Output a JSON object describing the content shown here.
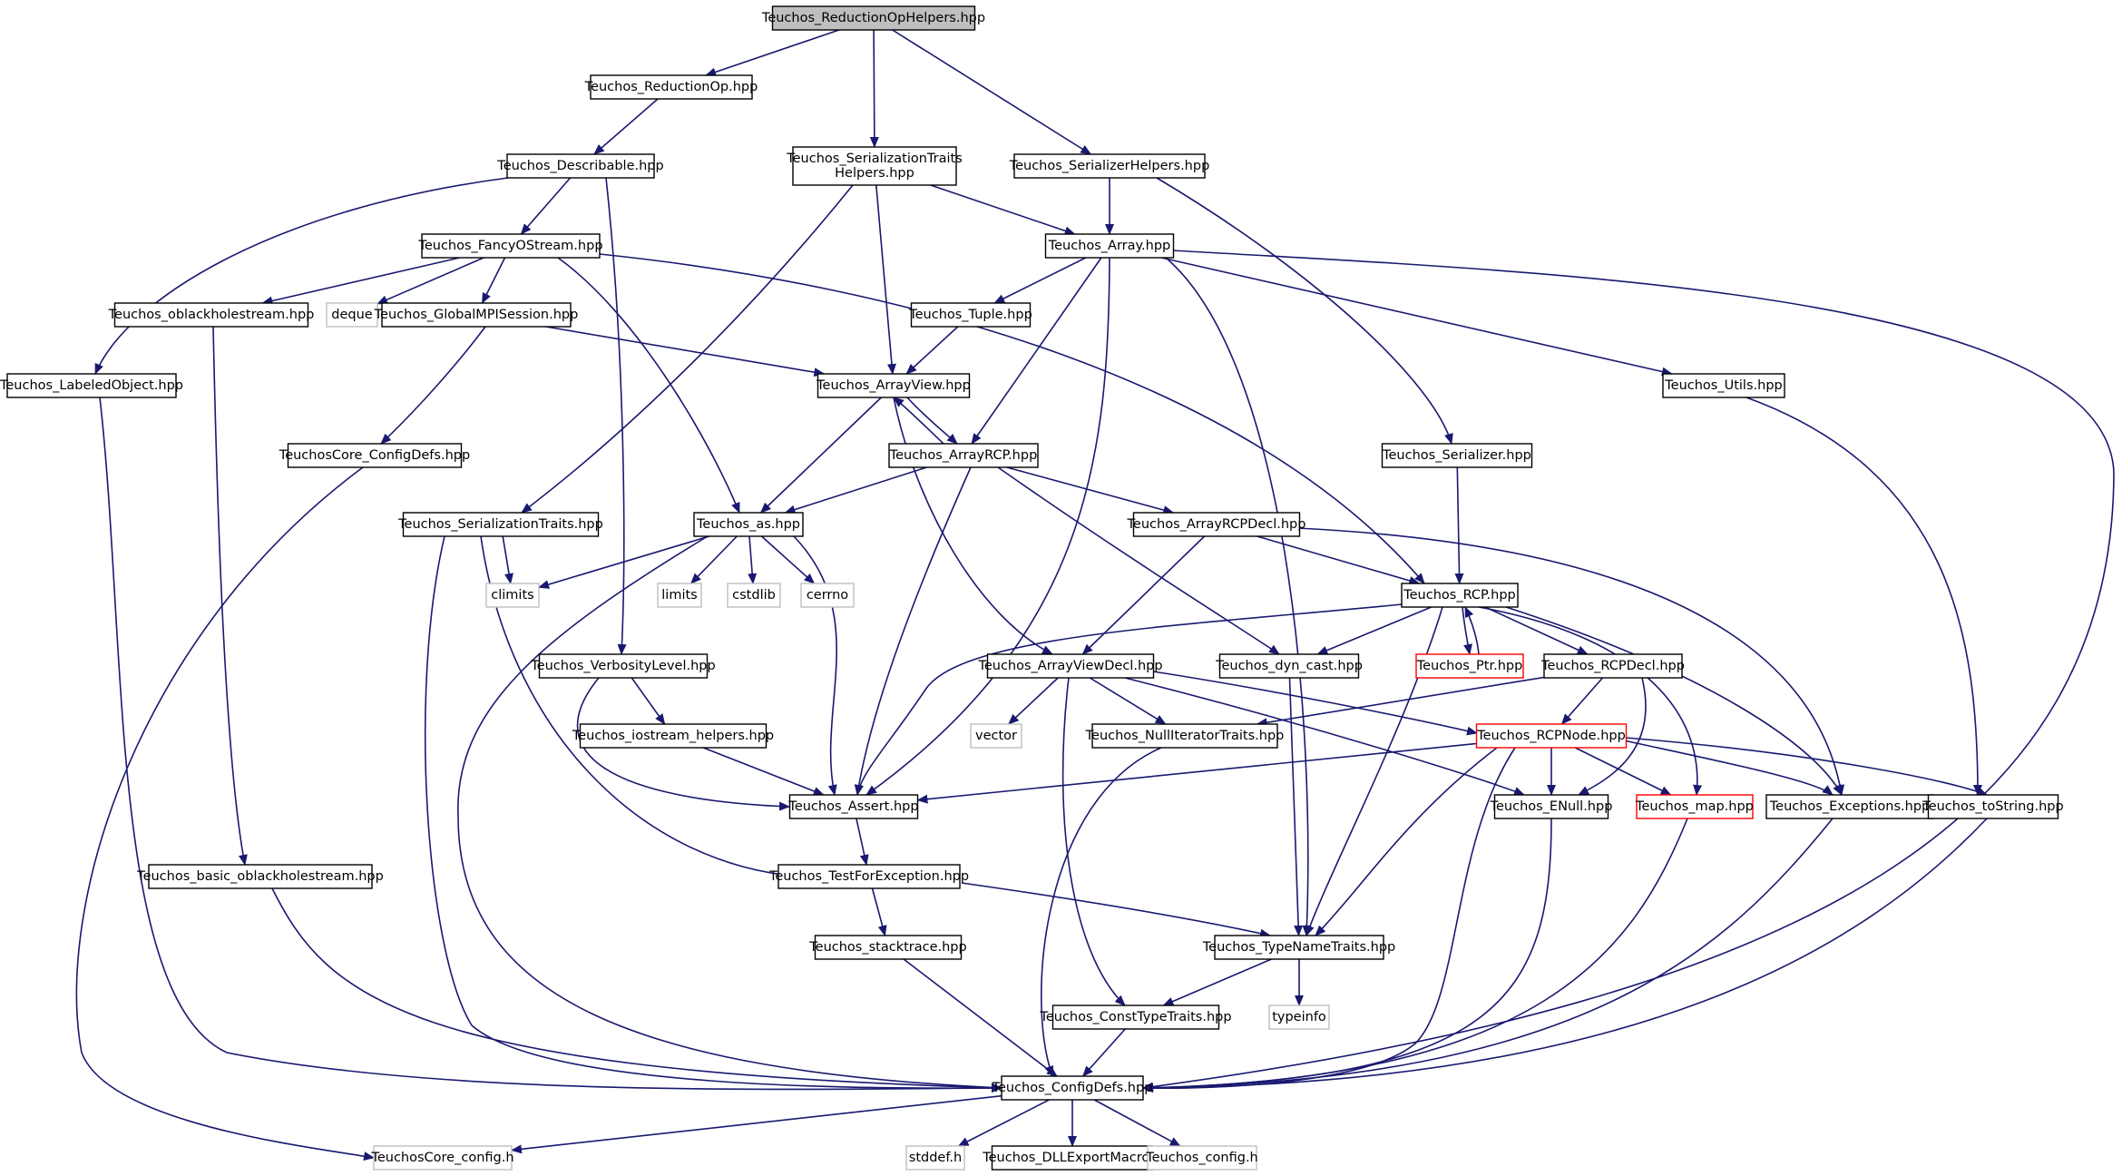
{
  "colors": {
    "edge": "#191970",
    "border_default": "#000000",
    "border_external": "#bfbfbf",
    "border_incomplete": "#ff0000",
    "fill_root": "#bfbfbf",
    "fill_default": "#ffffff",
    "text_default": "#000000"
  },
  "nodes": {
    "reductionophelpers": {
      "lines": [
        "Teuchos_ReductionOpHelpers.hpp"
      ],
      "style": "root"
    },
    "reductionop": {
      "lines": [
        "Teuchos_ReductionOp.hpp"
      ],
      "style": "default"
    },
    "serializationtraitshelpers": {
      "lines": [
        "Teuchos_SerializationTraits",
        "Helpers.hpp"
      ],
      "style": "default"
    },
    "serializerhelpers": {
      "lines": [
        "Teuchos_SerializerHelpers.hpp"
      ],
      "style": "default"
    },
    "describable": {
      "lines": [
        "Teuchos_Describable.hpp"
      ],
      "style": "default"
    },
    "fancyostream": {
      "lines": [
        "Teuchos_FancyOStream.hpp"
      ],
      "style": "default"
    },
    "array": {
      "lines": [
        "Teuchos_Array.hpp"
      ],
      "style": "default"
    },
    "oblackholestream": {
      "lines": [
        "Teuchos_oblackholestream.hpp"
      ],
      "style": "default"
    },
    "deque": {
      "lines": [
        "deque"
      ],
      "style": "external"
    },
    "globalmpisession": {
      "lines": [
        "Teuchos_GlobalMPISession.hpp"
      ],
      "style": "default"
    },
    "tuple": {
      "lines": [
        "Teuchos_Tuple.hpp"
      ],
      "style": "default"
    },
    "labeledobject": {
      "lines": [
        "Teuchos_LabeledObject.hpp"
      ],
      "style": "default"
    },
    "arrayview": {
      "lines": [
        "Teuchos_ArrayView.hpp"
      ],
      "style": "default"
    },
    "utils": {
      "lines": [
        "Teuchos_Utils.hpp"
      ],
      "style": "default"
    },
    "coreconfigdefs": {
      "lines": [
        "TeuchosCore_ConfigDefs.hpp"
      ],
      "style": "default"
    },
    "arrayrcp": {
      "lines": [
        "Teuchos_ArrayRCP.hpp"
      ],
      "style": "default"
    },
    "serializer": {
      "lines": [
        "Teuchos_Serializer.hpp"
      ],
      "style": "default"
    },
    "serializationtraits": {
      "lines": [
        "Teuchos_SerializationTraits.hpp"
      ],
      "style": "default"
    },
    "as": {
      "lines": [
        "Teuchos_as.hpp"
      ],
      "style": "default"
    },
    "arrayrcpdecl": {
      "lines": [
        "Teuchos_ArrayRCPDecl.hpp"
      ],
      "style": "default"
    },
    "climits": {
      "lines": [
        "climits"
      ],
      "style": "external"
    },
    "limits": {
      "lines": [
        "limits"
      ],
      "style": "external"
    },
    "cstdlib": {
      "lines": [
        "cstdlib"
      ],
      "style": "external"
    },
    "cerrno": {
      "lines": [
        "cerrno"
      ],
      "style": "external"
    },
    "rcp": {
      "lines": [
        "Teuchos_RCP.hpp"
      ],
      "style": "default"
    },
    "verbositylevel": {
      "lines": [
        "Teuchos_VerbosityLevel.hpp"
      ],
      "style": "default"
    },
    "arrayviewdecl": {
      "lines": [
        "Teuchos_ArrayViewDecl.hpp"
      ],
      "style": "default"
    },
    "dyncast": {
      "lines": [
        "Teuchos_dyn_cast.hpp"
      ],
      "style": "default"
    },
    "ptr": {
      "lines": [
        "Teuchos_Ptr.hpp"
      ],
      "style": "incomplete"
    },
    "rcpdecl": {
      "lines": [
        "Teuchos_RCPDecl.hpp"
      ],
      "style": "default"
    },
    "iostreamhelpers": {
      "lines": [
        "Teuchos_iostream_helpers.hpp"
      ],
      "style": "default"
    },
    "vector": {
      "lines": [
        "vector"
      ],
      "style": "external"
    },
    "nulliteratortraits": {
      "lines": [
        "Teuchos_NullIteratorTraits.hpp"
      ],
      "style": "default"
    },
    "rcpnode": {
      "lines": [
        "Teuchos_RCPNode.hpp"
      ],
      "style": "incomplete"
    },
    "assert": {
      "lines": [
        "Teuchos_Assert.hpp"
      ],
      "style": "default"
    },
    "enull": {
      "lines": [
        "Teuchos_ENull.hpp"
      ],
      "style": "default"
    },
    "map": {
      "lines": [
        "Teuchos_map.hpp"
      ],
      "style": "incomplete"
    },
    "exceptions": {
      "lines": [
        "Teuchos_Exceptions.hpp"
      ],
      "style": "default"
    },
    "tostring": {
      "lines": [
        "Teuchos_toString.hpp"
      ],
      "style": "default"
    },
    "basicoblackholestream": {
      "lines": [
        "Teuchos_basic_oblackholestream.hpp"
      ],
      "style": "default"
    },
    "testforexception": {
      "lines": [
        "Teuchos_TestForException.hpp"
      ],
      "style": "default"
    },
    "stacktrace": {
      "lines": [
        "Teuchos_stacktrace.hpp"
      ],
      "style": "default"
    },
    "typenametraits": {
      "lines": [
        "Teuchos_TypeNameTraits.hpp"
      ],
      "style": "default"
    },
    "consttypetraits": {
      "lines": [
        "Teuchos_ConstTypeTraits.hpp"
      ],
      "style": "default"
    },
    "typeinfo": {
      "lines": [
        "typeinfo"
      ],
      "style": "external"
    },
    "configdefs": {
      "lines": [
        "Teuchos_ConfigDefs.hpp"
      ],
      "style": "default"
    },
    "coreconfigh": {
      "lines": [
        "TeuchosCore_config.h"
      ],
      "style": "external"
    },
    "stddef": {
      "lines": [
        "stddef.h"
      ],
      "style": "external"
    },
    "dllexportmacro": {
      "lines": [
        "Teuchos_DLLExportMacro.h"
      ],
      "style": "default"
    },
    "configh": {
      "lines": [
        "Teuchos_config.h"
      ],
      "style": "external"
    }
  },
  "edges": [
    [
      "reductionophelpers",
      "reductionop"
    ],
    [
      "reductionophelpers",
      "serializationtraitshelpers"
    ],
    [
      "reductionophelpers",
      "serializerhelpers"
    ],
    [
      "reductionop",
      "describable"
    ],
    [
      "describable",
      "fancyostream"
    ],
    [
      "describable",
      "labeledobject"
    ],
    [
      "describable",
      "verbositylevel"
    ],
    [
      "fancyostream",
      "oblackholestream"
    ],
    [
      "fancyostream",
      "deque"
    ],
    [
      "fancyostream",
      "globalmpisession"
    ],
    [
      "fancyostream",
      "as"
    ],
    [
      "fancyostream",
      "rcp"
    ],
    [
      "serializationtraitshelpers",
      "array"
    ],
    [
      "serializationtraitshelpers",
      "arrayview"
    ],
    [
      "serializationtraitshelpers",
      "serializationtraits"
    ],
    [
      "serializerhelpers",
      "array"
    ],
    [
      "serializerhelpers",
      "serializer"
    ],
    [
      "array",
      "tuple"
    ],
    [
      "array",
      "arrayrcp"
    ],
    [
      "array",
      "utils"
    ],
    [
      "array",
      "assert"
    ],
    [
      "array",
      "typenametraits"
    ],
    [
      "array",
      "configdefs"
    ],
    [
      "tuple",
      "arrayview"
    ],
    [
      "globalmpisession",
      "arrayview"
    ],
    [
      "globalmpisession",
      "coreconfigdefs"
    ],
    [
      "arrayview",
      "arrayrcp"
    ],
    [
      "arrayrcp",
      "arrayview"
    ],
    [
      "arrayview",
      "as"
    ],
    [
      "arrayview",
      "arrayviewdecl"
    ],
    [
      "arrayrcp",
      "as"
    ],
    [
      "arrayrcp",
      "arrayrcpdecl"
    ],
    [
      "arrayrcp",
      "assert"
    ],
    [
      "arrayrcp",
      "dyncast"
    ],
    [
      "utils",
      "tostring"
    ],
    [
      "serializer",
      "rcp"
    ],
    [
      "labeledobject",
      "configdefs"
    ],
    [
      "coreconfigdefs",
      "coreconfigh"
    ],
    [
      "oblackholestream",
      "basicoblackholestream"
    ],
    [
      "serializationtraits",
      "climits"
    ],
    [
      "serializationtraits",
      "testforexception"
    ],
    [
      "serializationtraits",
      "configdefs"
    ],
    [
      "as",
      "climits"
    ],
    [
      "as",
      "limits"
    ],
    [
      "as",
      "cstdlib"
    ],
    [
      "as",
      "cerrno"
    ],
    [
      "as",
      "assert"
    ],
    [
      "as",
      "configdefs"
    ],
    [
      "arrayrcpdecl",
      "rcp"
    ],
    [
      "arrayrcpdecl",
      "arrayviewdecl"
    ],
    [
      "arrayrcpdecl",
      "exceptions"
    ],
    [
      "rcp",
      "ptr"
    ],
    [
      "ptr",
      "rcp"
    ],
    [
      "rcp",
      "rcpdecl"
    ],
    [
      "rcp",
      "dyncast"
    ],
    [
      "rcp",
      "assert"
    ],
    [
      "rcp",
      "typenametraits"
    ],
    [
      "rcp",
      "map"
    ],
    [
      "rcp",
      "exceptions"
    ],
    [
      "verbositylevel",
      "iostreamhelpers"
    ],
    [
      "verbositylevel",
      "assert"
    ],
    [
      "iostreamhelpers",
      "assert"
    ],
    [
      "arrayviewdecl",
      "vector"
    ],
    [
      "arrayviewdecl",
      "nulliteratortraits"
    ],
    [
      "arrayviewdecl",
      "rcpnode"
    ],
    [
      "arrayviewdecl",
      "enull"
    ],
    [
      "arrayviewdecl",
      "consttypetraits"
    ],
    [
      "dyncast",
      "typenametraits"
    ],
    [
      "rcpdecl",
      "rcpnode"
    ],
    [
      "rcpdecl",
      "nulliteratortraits"
    ],
    [
      "rcpdecl",
      "enull"
    ],
    [
      "rcpnode",
      "assert"
    ],
    [
      "rcpnode",
      "enull"
    ],
    [
      "rcpnode",
      "map"
    ],
    [
      "rcpnode",
      "exceptions"
    ],
    [
      "rcpnode",
      "tostring"
    ],
    [
      "rcpnode",
      "typenametraits"
    ],
    [
      "rcpnode",
      "configdefs"
    ],
    [
      "nulliteratortraits",
      "configdefs"
    ],
    [
      "assert",
      "testforexception"
    ],
    [
      "testforexception",
      "stacktrace"
    ],
    [
      "testforexception",
      "typenametraits"
    ],
    [
      "stacktrace",
      "configdefs"
    ],
    [
      "typenametraits",
      "consttypetraits"
    ],
    [
      "typenametraits",
      "typeinfo"
    ],
    [
      "consttypetraits",
      "configdefs"
    ],
    [
      "enull",
      "configdefs"
    ],
    [
      "map",
      "configdefs"
    ],
    [
      "exceptions",
      "configdefs"
    ],
    [
      "tostring",
      "configdefs"
    ],
    [
      "basicoblackholestream",
      "configdefs"
    ],
    [
      "configdefs",
      "coreconfigh"
    ],
    [
      "configdefs",
      "stddef"
    ],
    [
      "configdefs",
      "dllexportmacro"
    ],
    [
      "configdefs",
      "configh"
    ]
  ]
}
